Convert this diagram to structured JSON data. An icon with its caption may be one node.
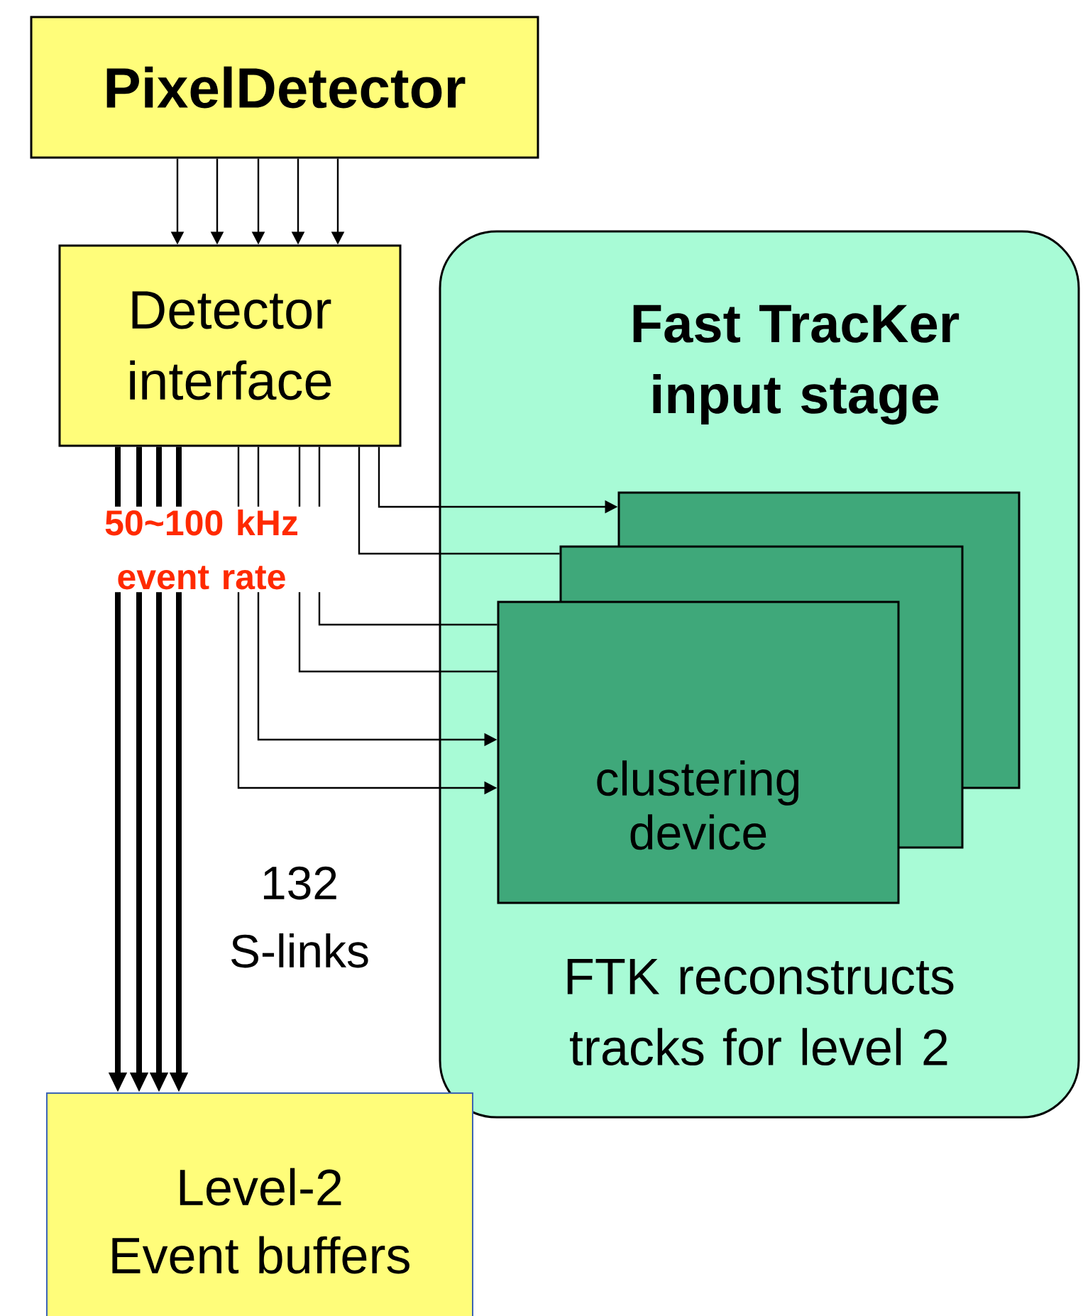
{
  "diagram": {
    "nodes": [
      {
        "text": [
          "PixelDetector"
        ]
      },
      {
        "text": [
          "Detector interface"
        ]
      },
      {
        "text": [
          "Fast TracKer input stage",
          "FTK reconstructs tracks for level 2"
        ]
      },
      {
        "text": [],
        "shape": "box",
        "in": 2
      },
      {
        "text": [],
        "shape": "box",
        "in": 2
      },
      {
        "text": [
          "clustering device"
        ],
        "in": 2
      },
      {
        "text": [
          "Level-2 Event buffers"
        ]
      }
    ],
    "edges": [
      {
        "from": 0,
        "to": 1,
        "arrow": "to"
      },
      {
        "from": 0,
        "to": 1,
        "arrow": "to"
      },
      {
        "from": 0,
        "to": 1,
        "arrow": "to"
      },
      {
        "from": 0,
        "to": 1,
        "arrow": "to"
      },
      {
        "from": 0,
        "to": 1,
        "arrow": "to"
      },
      {
        "from": 1,
        "to": 3,
        "arrow": "to"
      },
      {
        "from": 1,
        "to": 4,
        "arrow": "none"
      },
      {
        "from": 1,
        "to": 5,
        "arrow": "none"
      },
      {
        "from": 1,
        "to": 5,
        "arrow": "none"
      },
      {
        "from": 1,
        "to": 5,
        "arrow": "to"
      },
      {
        "from": 1,
        "to": 5,
        "arrow": "to"
      },
      {
        "from": 1,
        "to": 6,
        "arrow": "to",
        "style": "thick"
      },
      {
        "from": 1,
        "to": 6,
        "arrow": "to",
        "style": "thick"
      },
      {
        "from": 1,
        "to": 6,
        "arrow": "to",
        "style": "thick"
      },
      {
        "from": 1,
        "to": 6,
        "arrow": "to",
        "style": "thick"
      }
    ],
    "labels": [
      "50~100 kHz event rate",
      "132 S-links"
    ]
  }
}
